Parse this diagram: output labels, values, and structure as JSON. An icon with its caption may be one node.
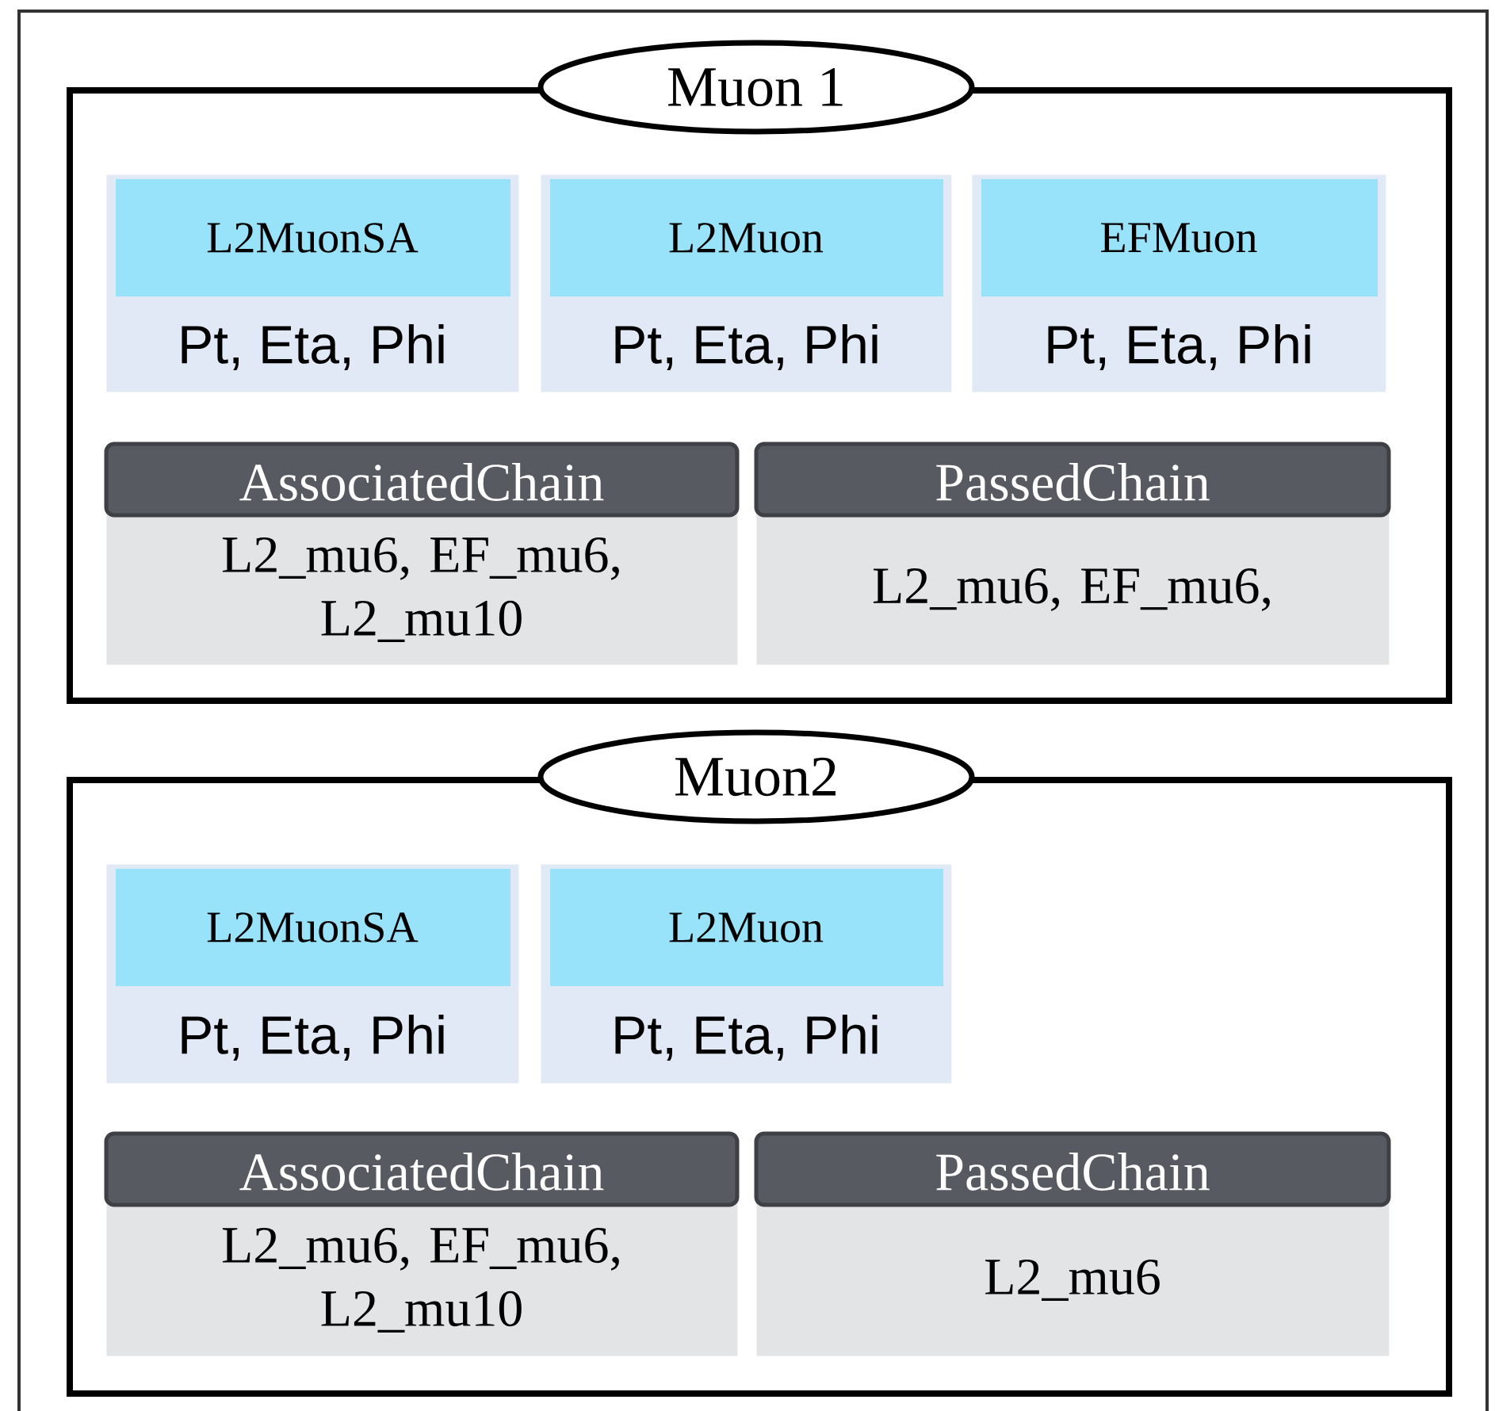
{
  "diagram": {
    "nodes": [
      {
        "text": [
          "Muon 1"
        ]
      },
      {
        "text": [
          "L2MuonSA",
          "Pt, Eta, Phi"
        ],
        "in": 0
      },
      {
        "text": [
          "L2Muon",
          "Pt, Eta, Phi"
        ],
        "in": 0
      },
      {
        "text": [
          "EFMuon",
          "Pt, Eta, Phi"
        ],
        "in": 0
      },
      {
        "text": [
          "AssociatedChain",
          "L2_mu6, EF_mu6, L2_mu10"
        ],
        "in": 0
      },
      {
        "text": [
          "PassedChain",
          "L2_mu6, EF_mu6,"
        ],
        "in": 0
      },
      {
        "text": [
          "Muon2"
        ]
      },
      {
        "text": [
          "L2MuonSA",
          "Pt, Eta, Phi"
        ],
        "in": 6
      },
      {
        "text": [
          "L2Muon",
          "Pt, Eta, Phi"
        ],
        "in": 6
      },
      {
        "text": [
          "AssociatedChain",
          "L2_mu6, EF_mu6, L2_mu10"
        ],
        "in": 6
      },
      {
        "text": [
          "PassedChain",
          "L2_mu6"
        ],
        "in": 6
      }
    ]
  }
}
